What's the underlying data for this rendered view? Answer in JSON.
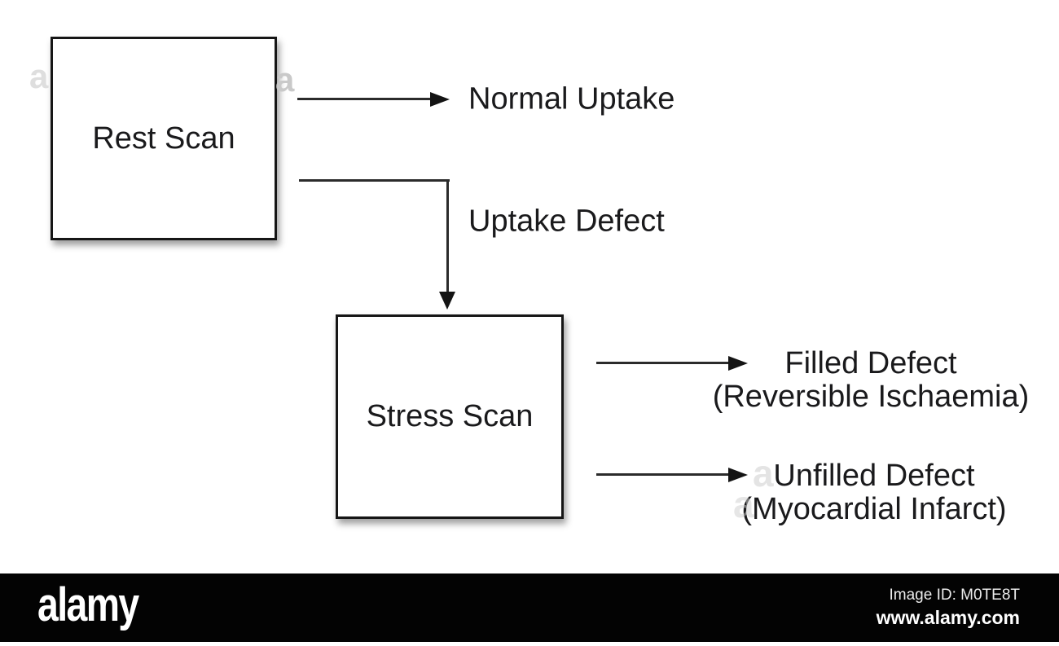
{
  "diagram": {
    "boxes": {
      "rest": "Rest Scan",
      "stress": "Stress Scan"
    },
    "labels": {
      "normal_uptake": "Normal Uptake",
      "uptake_defect": "Uptake Defect",
      "filled_line1": "Filled Defect",
      "filled_line2": "(Reversible Ischaemia)",
      "unfilled_line1": "Unfilled Defect",
      "unfilled_line2": "(Myocardial Infarct)"
    },
    "colors": {
      "line": "#2b2b2b",
      "text": "#1a1a1c",
      "box_border": "#161616",
      "box_fill": "#ffffff"
    }
  },
  "watermark": {
    "letter": "a"
  },
  "footer": {
    "brand": "alamy",
    "image_id": "Image ID: M0TE8T",
    "website": "www.alamy.com",
    "bar_color": "#000000",
    "text_color": "#ffffff"
  }
}
